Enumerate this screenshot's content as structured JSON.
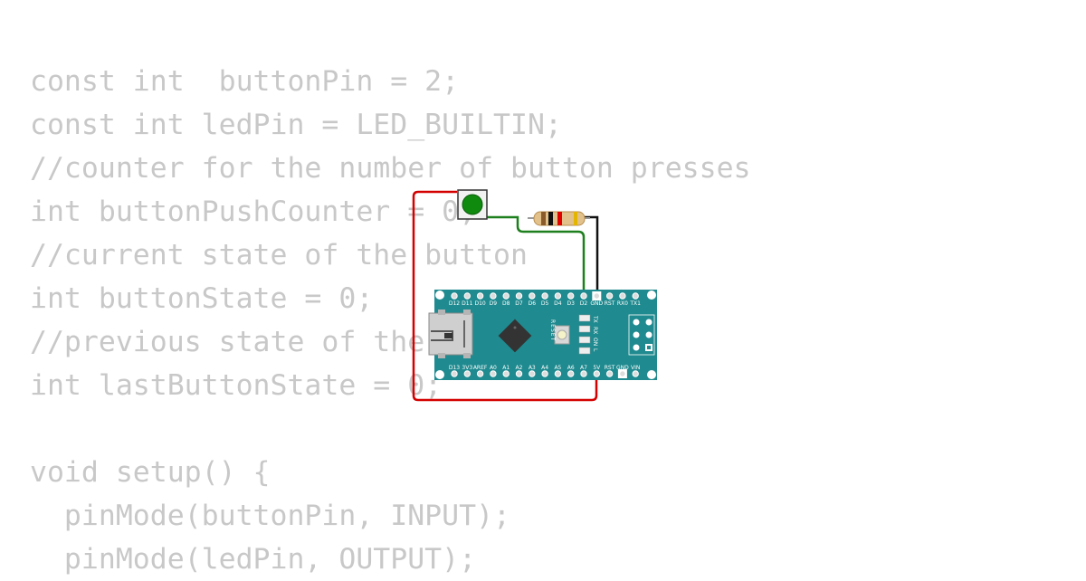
{
  "code": {
    "lines": [
      "const int  buttonPin = 2;",
      "const int ledPin = LED_BUILTIN;",
      "//counter for the number of button presses",
      "int buttonPushCounter = 0;",
      "//current state of the button",
      "int buttonState = 0;",
      "//previous state of the button",
      "int lastButtonState = 0;",
      "",
      "void setup() {",
      "  pinMode(buttonPin, INPUT);",
      "  pinMode(ledPin, OUTPUT);"
    ]
  },
  "circuit": {
    "board": {
      "top_pins": [
        "D12",
        "D11",
        "D10",
        "D9",
        "D8",
        "D7",
        "D6",
        "D5",
        "D4",
        "D3",
        "D2",
        "GND",
        "RST",
        "RX0",
        "TX1"
      ],
      "bottom_pins": [
        "D13",
        "3V3",
        "AREF",
        "A0",
        "A1",
        "A2",
        "A3",
        "A4",
        "A5",
        "A6",
        "A7",
        "5V",
        "RST",
        "GND",
        "VIN"
      ],
      "reset_label": "RESET",
      "led_labels": [
        "TX",
        "RX",
        "ON",
        "L"
      ]
    },
    "colors": {
      "board": "#1f8a8f",
      "button_cap": "#0f8a0f",
      "wire_red": "#d40000",
      "wire_green": "#1e7f1e",
      "wire_black": "#111111",
      "code_text": "#c8c8c8"
    }
  }
}
